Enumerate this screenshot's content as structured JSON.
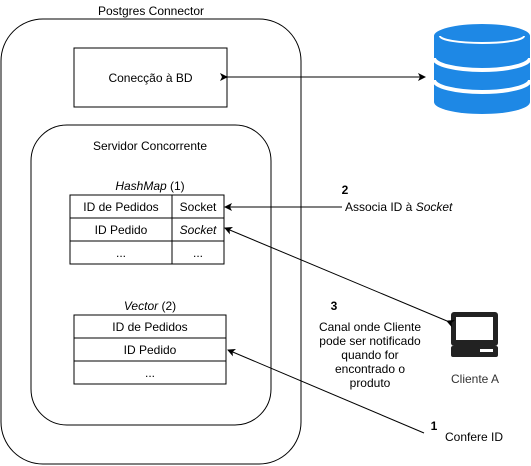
{
  "connector": {
    "title": "Postgres Connector"
  },
  "db_connection": {
    "label": "Conecção à BD"
  },
  "server": {
    "title": "Servidor Concorrente"
  },
  "hashmap": {
    "caption_italic": "HashMap",
    "caption_number": " (1)",
    "rows": [
      [
        "ID de Pedidos",
        "Socket"
      ],
      [
        "ID Pedido",
        "Socket"
      ],
      [
        "...",
        "..."
      ]
    ]
  },
  "vector": {
    "caption_italic": "Vector",
    "caption_number": " (2)",
    "rows": [
      "ID de Pedidos",
      "ID Pedido",
      "..."
    ]
  },
  "client": {
    "label": "Cliente A"
  },
  "steps": {
    "s1": {
      "number": "1",
      "text": "Confere ID"
    },
    "s2": {
      "number": "2",
      "text_prefix": "Associa ID à ",
      "text_italic": "Socket"
    },
    "s3": {
      "number": "3",
      "lines": [
        "Canal onde Cliente",
        "pode ser notificado",
        "quando for",
        "encontrado o",
        "produto"
      ]
    }
  },
  "colors": {
    "database": "#1e88e5",
    "stroke": "#000000",
    "background": "#ffffff"
  }
}
